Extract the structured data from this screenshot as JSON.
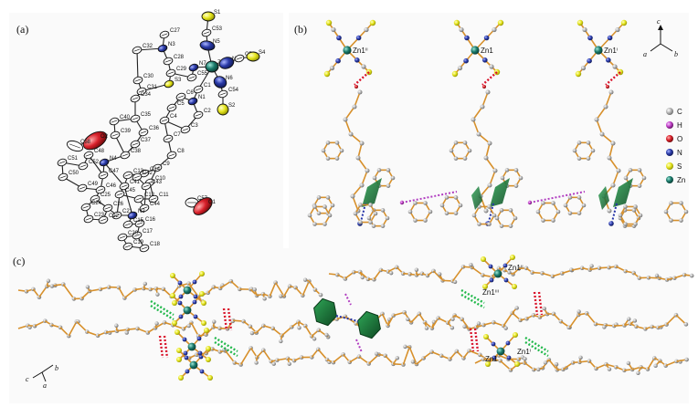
{
  "panels": {
    "a": {
      "label": "(a)"
    },
    "b": {
      "label": "(b)"
    },
    "c": {
      "label": "(c)"
    }
  },
  "ortep_labels": [
    "S1",
    "C53",
    "N5",
    "C27",
    "C32",
    "N3",
    "Zn1",
    "N8",
    "C56",
    "S4",
    "C28",
    "N7",
    "C29",
    "C55",
    "N6",
    "C30",
    "S3",
    "C1",
    "C54",
    "C31",
    "C6",
    "N1",
    "C34",
    "C5",
    "C2",
    "S2",
    "C4",
    "C3",
    "C35",
    "C40",
    "O2",
    "C36",
    "C39",
    "C7",
    "C37",
    "C58",
    "C38",
    "C8",
    "C48",
    "C51",
    "C52",
    "N4",
    "C9",
    "C14",
    "C47",
    "C50",
    "C13",
    "C42",
    "C49",
    "C10",
    "C46",
    "C41",
    "C43",
    "C11",
    "C45",
    "C12",
    "C25",
    "C44",
    "C57",
    "O1",
    "C24",
    "C26",
    "C21",
    "N2",
    "C16",
    "C23",
    "C22",
    "C15",
    "C17",
    "C20",
    "C19",
    "C18"
  ],
  "panel_b": {
    "zn_labels": [
      "Zn1ⁱⁱ",
      "Zn1",
      "Zn1ⁱ"
    ],
    "axes": {
      "c": "c",
      "a": "a",
      "b": "b"
    },
    "legend": [
      {
        "symbol": "C",
        "color": "#9a9a9a"
      },
      {
        "symbol": "H",
        "color": "#c040c8"
      },
      {
        "symbol": "O",
        "color": "#d8202a"
      },
      {
        "symbol": "N",
        "color": "#2a3aa8"
      },
      {
        "symbol": "S",
        "color": "#e0e020"
      },
      {
        "symbol": "Zn",
        "color": "#1a7a6a"
      }
    ]
  },
  "panel_c": {
    "zn_labels": [
      "Zn1ⁱⁱ",
      "Zn1ⁱⁱⁱ",
      "Zn1",
      "Zn1ⁱ"
    ],
    "axes": {
      "c": "c",
      "b": "b",
      "a": "a"
    }
  },
  "colors": {
    "carbon": "#9a9a9a",
    "hydrogen": "#c040c8",
    "oxygen": "#d8202a",
    "nitrogen": "#2a3aa8",
    "sulfur": "#e0e020",
    "zinc": "#1a7a6a",
    "bond": "#d7902b",
    "pi_plane": "#1f7a3a"
  }
}
